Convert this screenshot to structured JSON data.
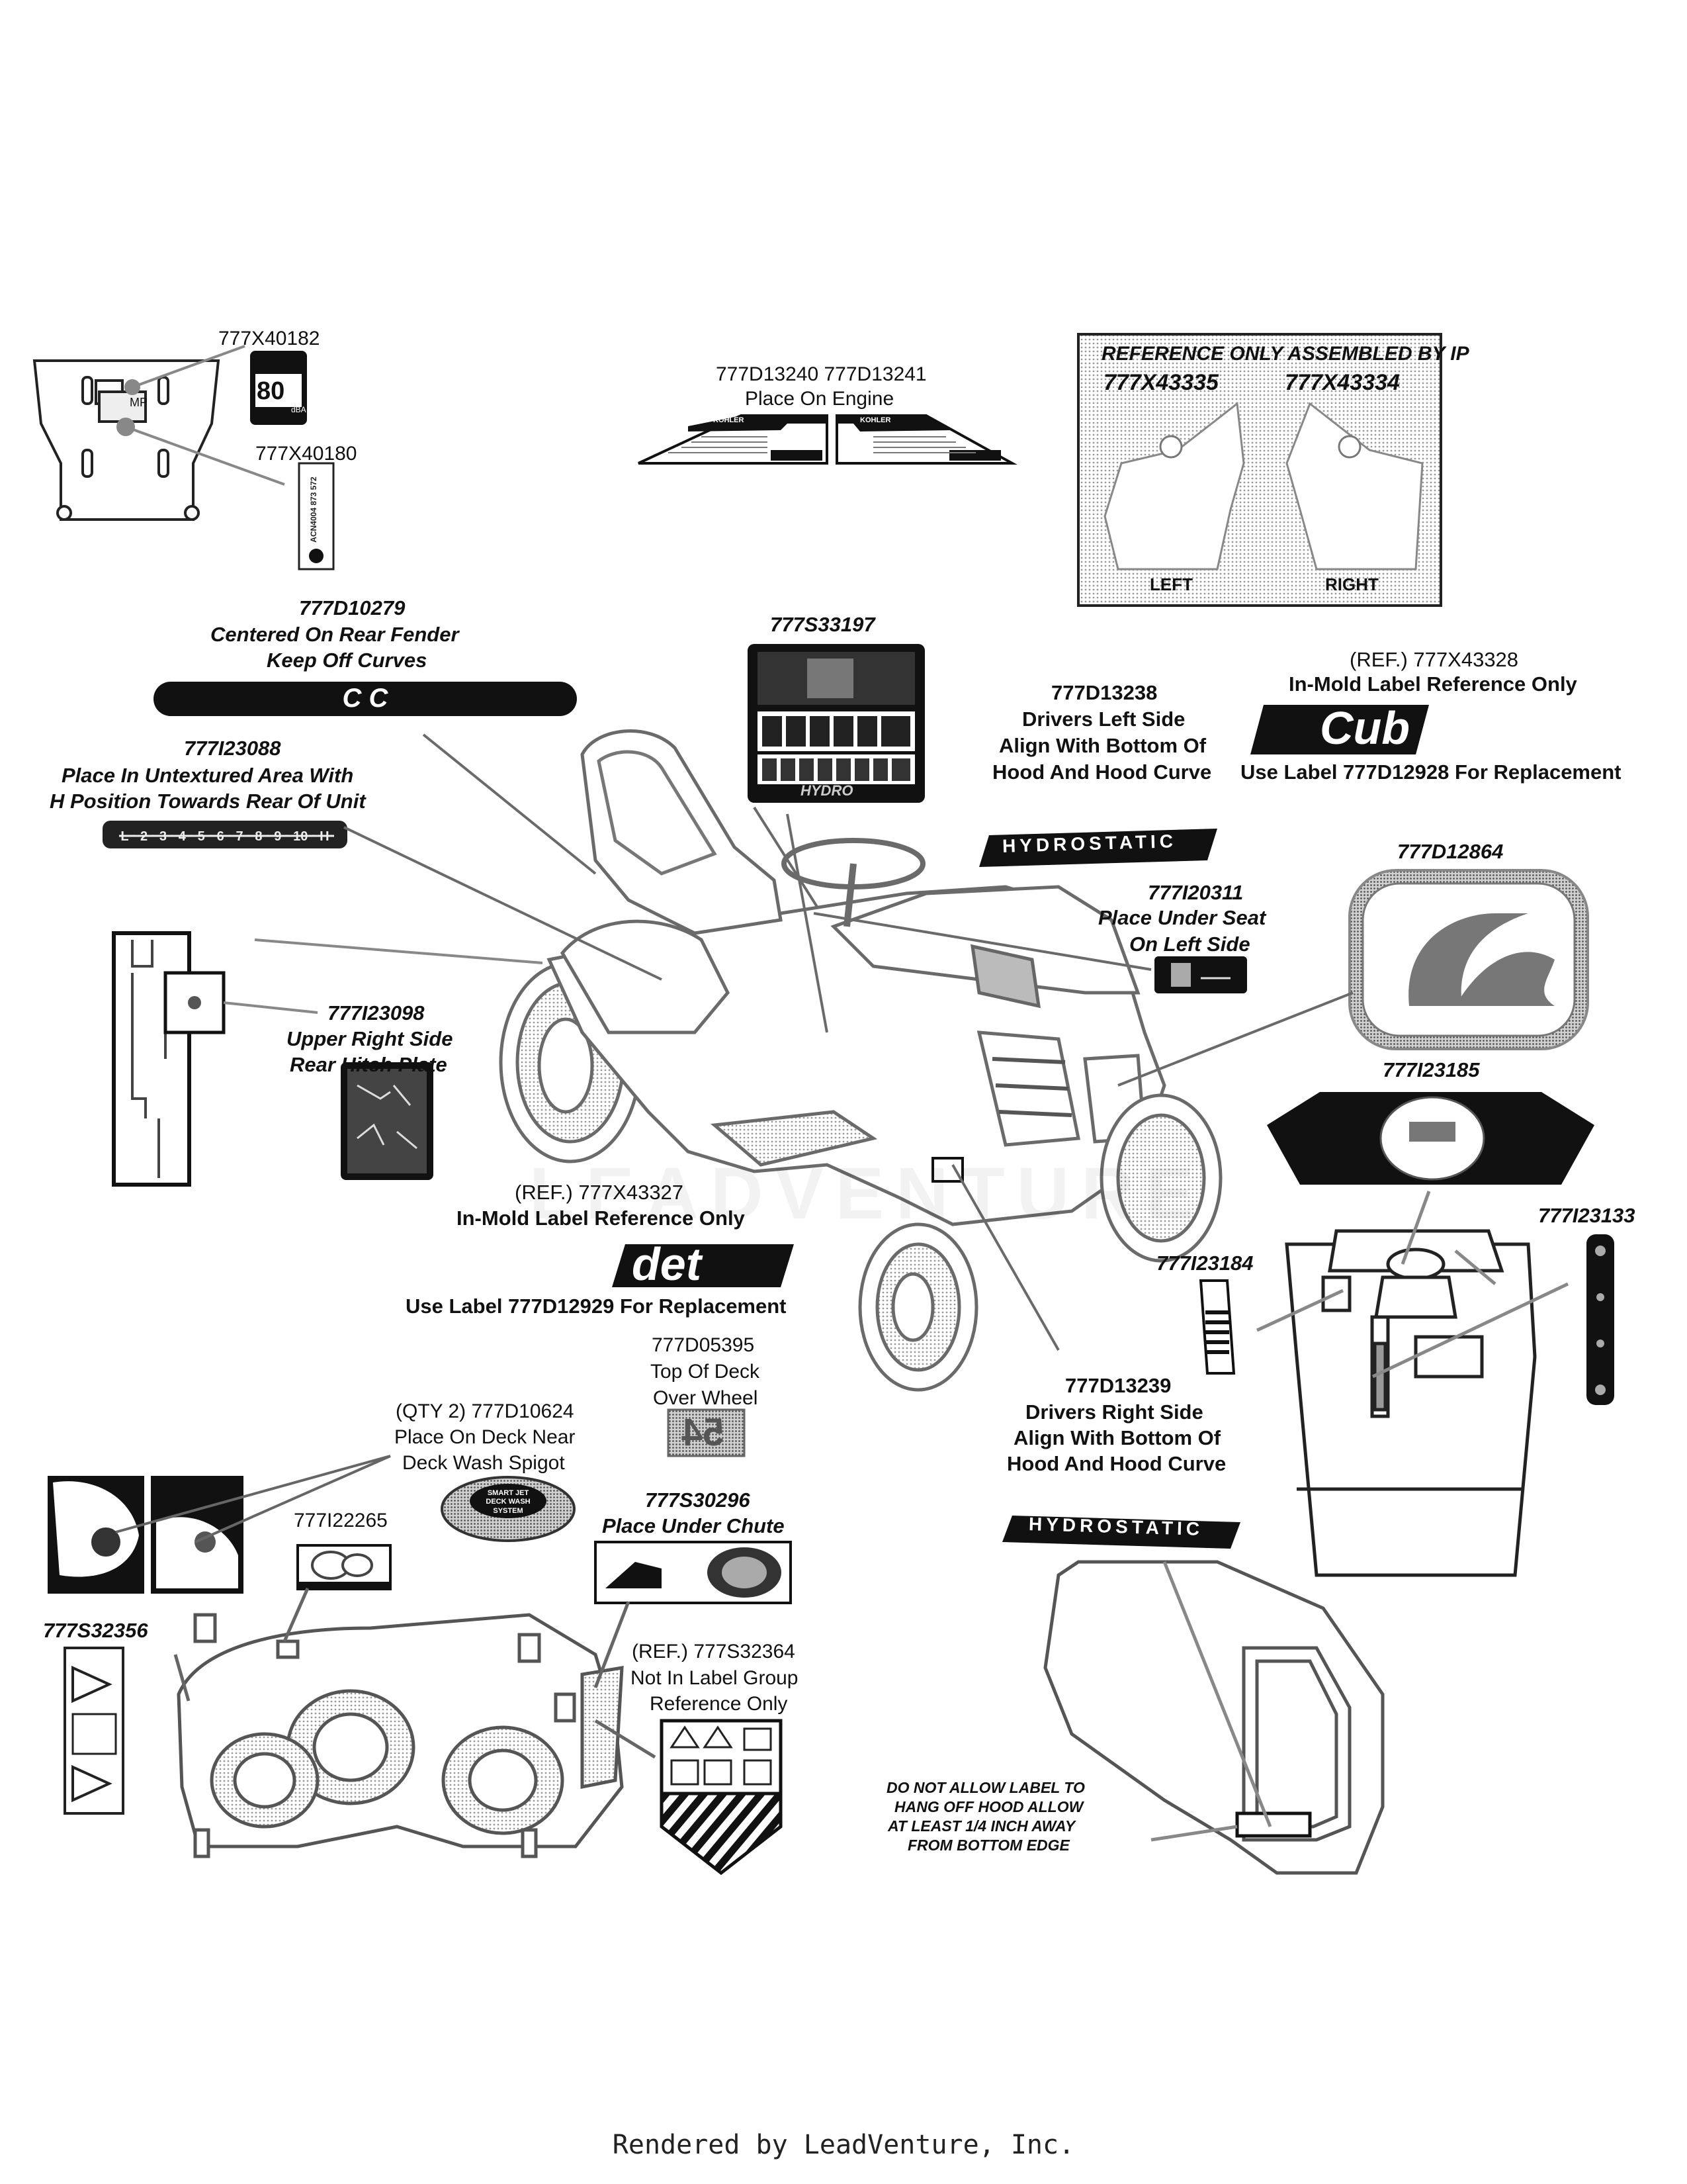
{
  "labels": {
    "l_777x40182": "777X40182",
    "l_777x40180": "777X40180",
    "l_80": "80",
    "l_dba": "dBA",
    "l_mp": "MP",
    "l_engine_parts": "777D13240 777D13241",
    "l_engine_note": "Place On Engine",
    "l_kohler": "KOHLER",
    "ref_title": "REFERENCE ONLY ASSEMBLED BY IP",
    "ref_left_pn": "777X43335",
    "ref_right_pn": "777X43334",
    "ref_left": "LEFT",
    "ref_right": "RIGHT",
    "l_777d10279": "777D10279",
    "l_777d10279_n1": "Centered On Rear Fender",
    "l_777d10279_n2": "Keep Off Curves",
    "l_777s33197": "777S33197",
    "l_hydro": "HYDRO",
    "l_777d13238": "777D13238",
    "l_777d13238_n1": "Drivers Left Side",
    "l_777d13238_n2": "Align With Bottom Of",
    "l_777d13238_n3": "Hood And Hood Curve",
    "l_777x43328": "(REF.) 777X43328",
    "l_777x43328_n1": "In-Mold Label Reference Only",
    "l_777x43328_n2": "Use Label 777D12928 For Replacement",
    "l_cub": "Cub",
    "l_777i23088": "777I23088",
    "l_777i23088_n1": "Place In Untextured Area With",
    "l_777i23088_n2": "H Position Towards Rear Of Unit",
    "l_hydrostatic": "HYDROSTATIC",
    "l_777d12864": "777D12864",
    "l_777i20311": "777I20311",
    "l_777i20311_n1": "Place Under Seat",
    "l_777i20311_n2": "On Left Side",
    "l_777i23098": "777I23098",
    "l_777i23098_n1": "Upper Right Side",
    "l_777i23098_n2": "Rear Hitch Plate",
    "l_777i23185": "777I23185",
    "l_777x43327": "(REF.) 777X43327",
    "l_777x43327_n1": "In-Mold Label Reference Only",
    "l_777x43327_n2": "Use Label 777D12929 For Replacement",
    "l_det": "det",
    "l_777i23133": "777I23133",
    "l_777i23184": "777I23184",
    "l_777d05395": "777D05395",
    "l_777d05395_n1": "Top Of Deck",
    "l_777d05395_n2": "Over Wheel",
    "l_54": "54",
    "l_777d13239": "777D13239",
    "l_777d13239_n1": "Drivers Right Side",
    "l_777d13239_n2": "Align With Bottom Of",
    "l_777d13239_n3": "Hood And Hood Curve",
    "l_777d10624": "(QTY 2) 777D10624",
    "l_777d10624_n1": "Place On Deck Near",
    "l_777d10624_n2": "Deck Wash Spigot",
    "l_smartjet": "SMART JET DECK WASH SYSTEM",
    "l_777i22265": "777I22265",
    "l_777s30296": "777S30296",
    "l_777s30296_n1": "Place Under Chute",
    "l_777s32356": "777S32356",
    "l_777s32364": "(REF.) 777S32364",
    "l_777s32364_n1": "Not In Label Group",
    "l_777s32364_n2": "Reference Only",
    "hood_note_1": "DO NOT ALLOW LABEL TO",
    "hood_note_2": "HANG OFF HOOD ALLOW",
    "hood_note_3": "AT LEAST 1/4  INCH AWAY",
    "hood_note_4": "FROM BOTTOM EDGE",
    "footer": "Rendered by LeadVenture, Inc."
  }
}
